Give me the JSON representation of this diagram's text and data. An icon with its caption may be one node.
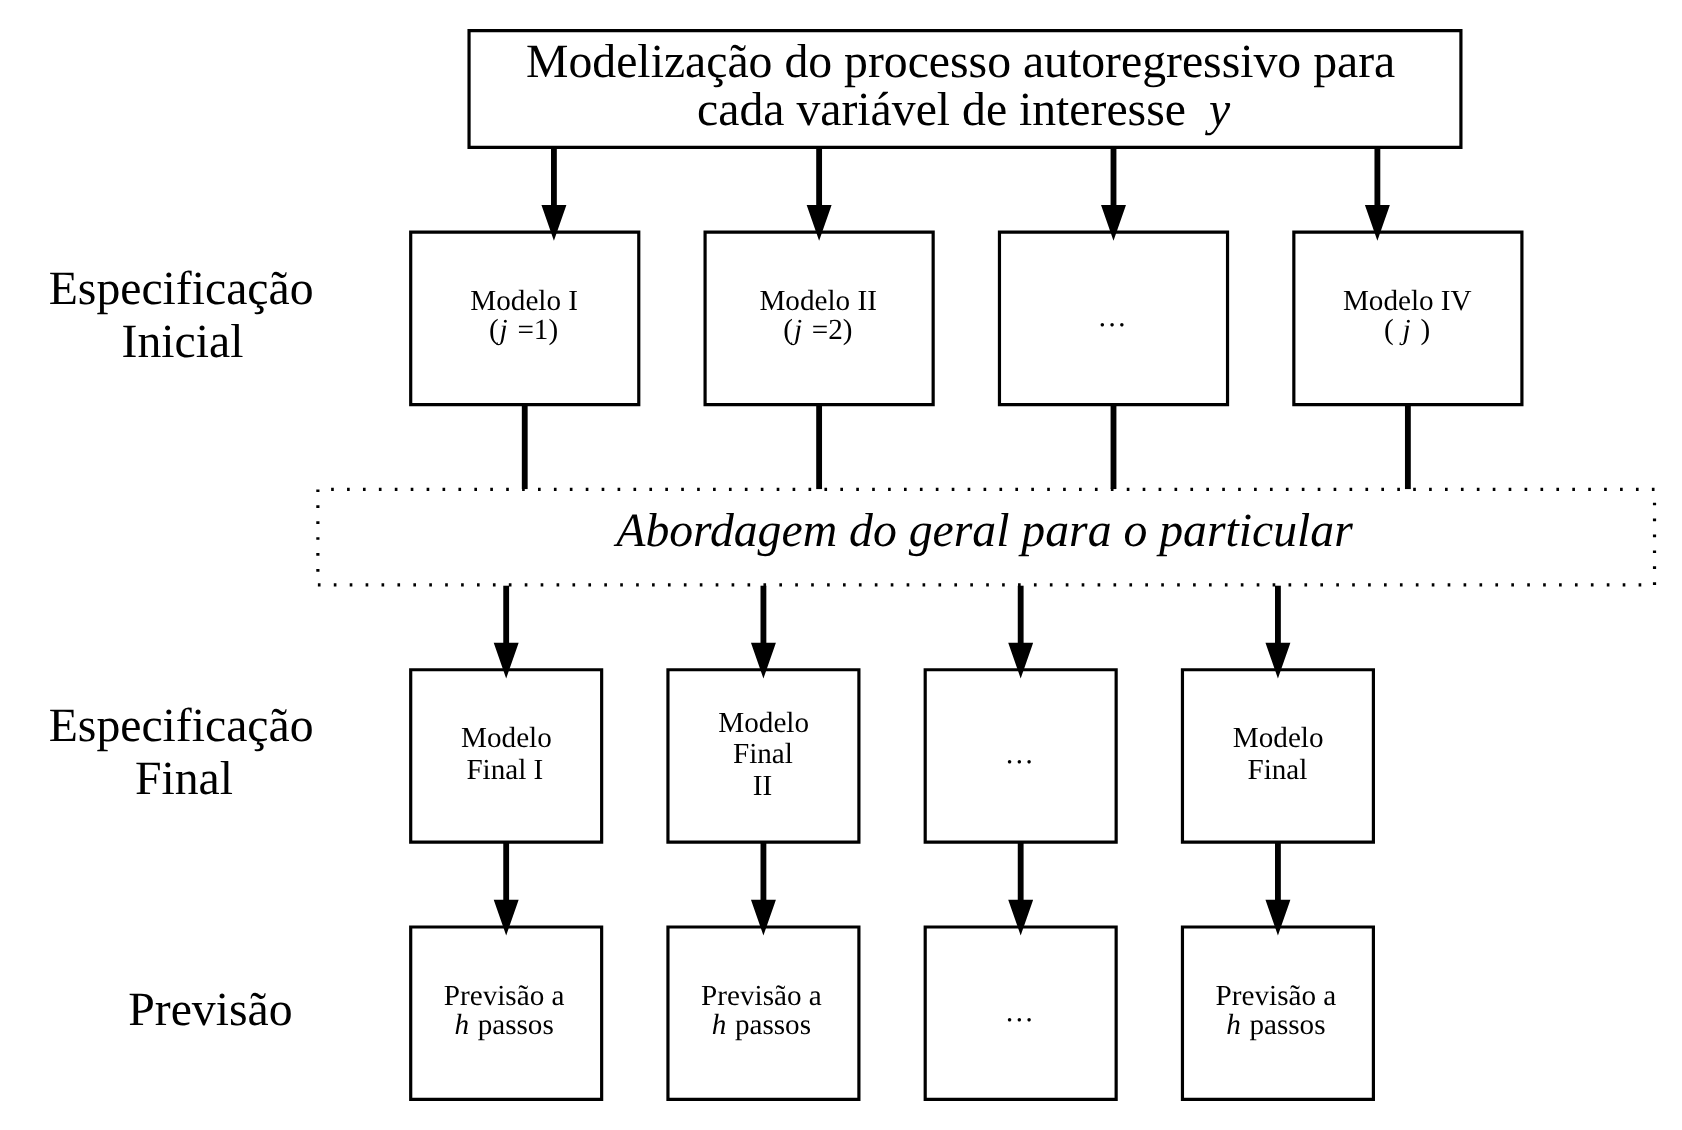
{
  "diagram": {
    "nodes": [
      {
        "text": [
          "Modelização do processo autoregressivo para cada variável de interesse *y*"
        ]
      },
      {
        "text": [
          "Modelo I",
          "(*j* =1)"
        ]
      },
      {
        "text": [
          "Modelo II",
          "(*j* =2)"
        ]
      },
      {
        "text": [
          "…"
        ]
      },
      {
        "text": [
          "Modelo IV",
          "( *j* )"
        ]
      },
      {
        "text": [
          "Abordagem do geral para o particular"
        ]
      },
      {
        "text": [
          "Modelo Final I"
        ]
      },
      {
        "text": [
          "Modelo Final II"
        ]
      },
      {
        "text": [
          "…"
        ]
      },
      {
        "text": [
          "Modelo Final"
        ]
      },
      {
        "text": [
          "Previsão a *h* passos"
        ]
      },
      {
        "text": [
          "Previsão a *h* passos"
        ]
      },
      {
        "text": [
          "…"
        ]
      },
      {
        "text": [
          "Previsão a *h* passos"
        ]
      }
    ],
    "edges": [
      {
        "from": 0,
        "to": 1,
        "arrow": "to"
      },
      {
        "from": 0,
        "to": 2,
        "arrow": "to"
      },
      {
        "from": 0,
        "to": 3,
        "arrow": "to"
      },
      {
        "from": 0,
        "to": 4,
        "arrow": "to"
      },
      {
        "from": 1,
        "to": 5,
        "arrow": "none"
      },
      {
        "from": 2,
        "to": 5,
        "arrow": "none"
      },
      {
        "from": 3,
        "to": 5,
        "arrow": "none"
      },
      {
        "from": 4,
        "to": 5,
        "arrow": "none"
      },
      {
        "from": 5,
        "to": 6,
        "arrow": "to"
      },
      {
        "from": 5,
        "to": 7,
        "arrow": "to"
      },
      {
        "from": 5,
        "to": 8,
        "arrow": "to"
      },
      {
        "from": 5,
        "to": 9,
        "arrow": "to"
      },
      {
        "from": 6,
        "to": 10,
        "arrow": "to"
      },
      {
        "from": 7,
        "to": 11,
        "arrow": "to"
      },
      {
        "from": 8,
        "to": 12,
        "arrow": "to"
      },
      {
        "from": 9,
        "to": 13,
        "arrow": "to"
      }
    ],
    "labels": [
      "Especificação Inicial",
      "Especificação Final",
      "Previsão"
    ]
  }
}
